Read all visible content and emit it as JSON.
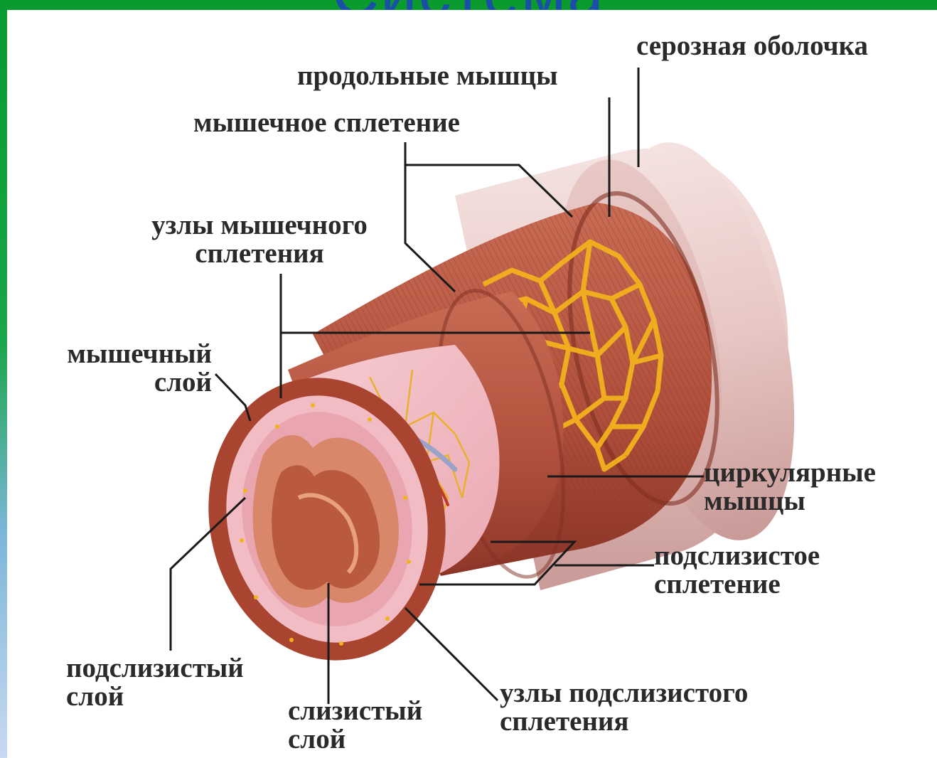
{
  "slide": {
    "title": "Система"
  },
  "labels": {
    "serous": "серозная оболочка",
    "longitudinal": "продольные мышцы",
    "muscle_plexus": "мышечное сплетение",
    "muscle_plexus_nodes_1": "узлы мышечного",
    "muscle_plexus_nodes_2": "сплетения",
    "muscle_layer_1": "мышечный",
    "muscle_layer_2": "слой",
    "circular_1": "циркулярные",
    "circular_2": "мышцы",
    "submucosal_plexus_1": "подслизистое",
    "submucosal_plexus_2": "сплетение",
    "submucosa_1": "подслизистый",
    "submucosa_2": "слой",
    "mucosa_1": "слизистый",
    "mucosa_2": "слой",
    "submucosal_nodes_1": "узлы подслизистого",
    "submucosal_nodes_2": "сплетения"
  },
  "colors": {
    "frame_green": "#0a9a2e",
    "title_blue": "#1a4fa8",
    "serosa": "#ecd1cf",
    "muscle": "#b4523f",
    "muscle_dark": "#8e3628",
    "submucosa": "#f2bcc4",
    "mucosa": "#d87a5c",
    "nerve": "#f2b21d",
    "label_text": "#2a2a2a"
  }
}
